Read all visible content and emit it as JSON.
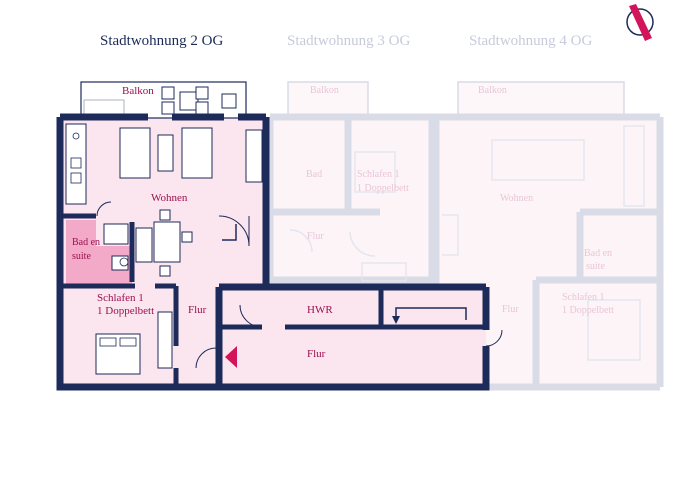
{
  "tabs": [
    {
      "label": "Stadtwohnung 2 OG",
      "active": true
    },
    {
      "label": "Stadtwohnung 3 OG",
      "active": false
    },
    {
      "label": "Stadtwohnung 4 OG",
      "active": false
    }
  ],
  "rooms": {
    "balkon": "Balkon",
    "wohnen": "Wohnen",
    "bad_line1": "Bad en",
    "bad_line2": "suite",
    "schlafen_line1": "Schlafen 1",
    "schlafen_line2": "1 Doppelbett",
    "flur_small": "Flur",
    "hwr": "HWR",
    "flur_main": "Flur"
  },
  "ghost_plans": {
    "plan_3og": {
      "balkon": "Balkon",
      "bad": "Bad",
      "schlafen_line1": "Schlafen 1",
      "schlafen_line2": "1 Doppelbett",
      "flur": "Flur"
    },
    "plan_4og": {
      "balkon": "Balkon",
      "wohnen": "Wohnen",
      "bad_line1": "Bad en",
      "bad_line2": "suite",
      "flur": "Flur",
      "schlafen_line1": "Schlafen 1",
      "schlafen_line2": "1 Doppelbett"
    }
  },
  "colors": {
    "wall": "#1c2b5a",
    "room_fill": "#fbe6ef",
    "bath_fill": "#f3a9c8",
    "accent": "#d4145a",
    "ghost_wall": "#d9dbe6",
    "ghost_fill": "#fdf4f8",
    "ghost_text": "#e9c6d6"
  },
  "icons": {
    "compass": "north-arrow-icon",
    "entrance": "entrance-arrow-icon"
  }
}
